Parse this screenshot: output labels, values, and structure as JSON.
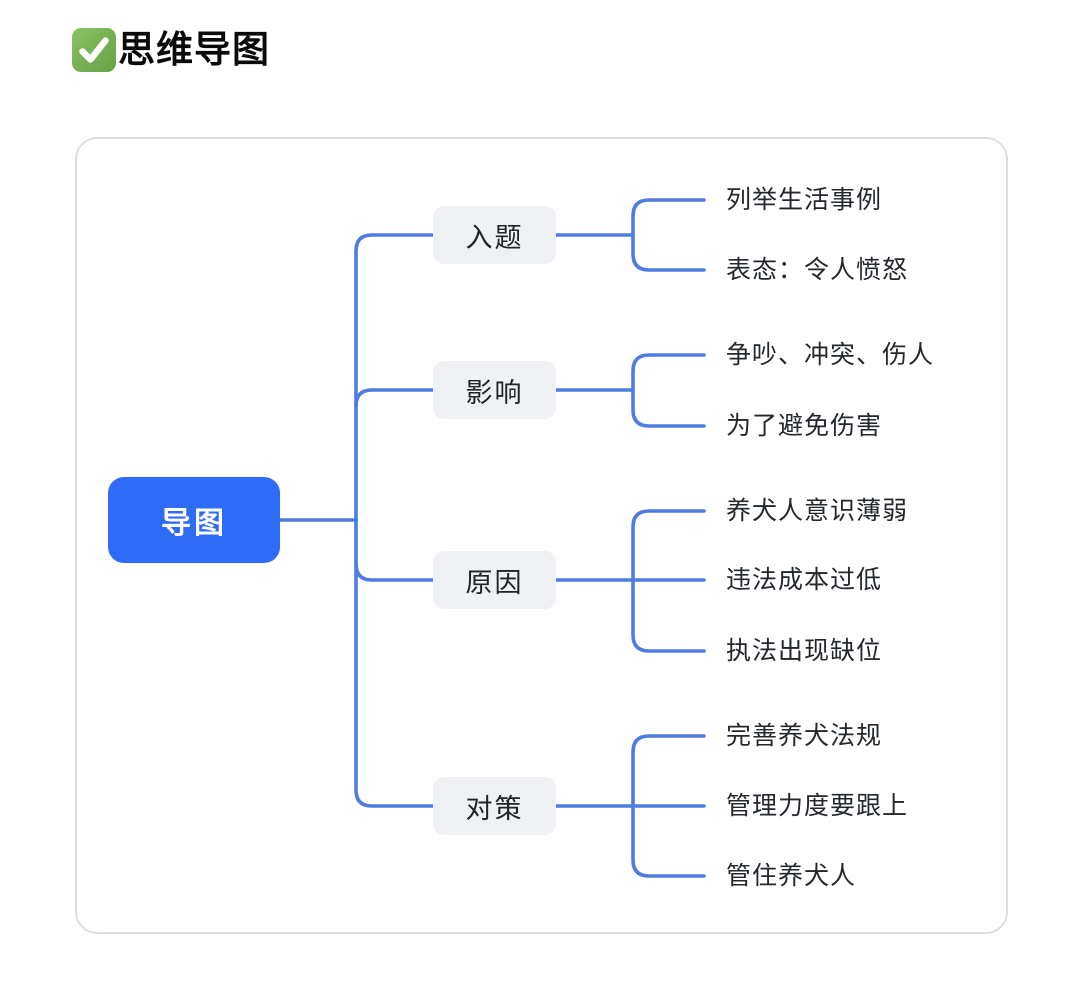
{
  "header": {
    "icon": "check-mark-emoji",
    "title": "思维导图"
  },
  "mindmap": {
    "root": {
      "label": "导图"
    },
    "branches": [
      {
        "label": "入题",
        "children": [
          "列举生活事例",
          "表态：令人愤怒"
        ]
      },
      {
        "label": "影响",
        "children": [
          "争吵、冲突、伤人",
          "为了避免伤害"
        ]
      },
      {
        "label": "原因",
        "children": [
          "养犬人意识薄弱",
          "违法成本过低",
          "执法出现缺位"
        ]
      },
      {
        "label": "对策",
        "children": [
          "完善养犬法规",
          "管理力度要跟上",
          "管住养犬人"
        ]
      }
    ],
    "colors": {
      "root_bg": "#2f6cf5",
      "root_text": "#ffffff",
      "branch_bg": "#f0f1f4",
      "branch_text": "#20242a",
      "leaf_text": "#23272e",
      "connector_line": "#4e7ce0",
      "card_border": "#dcdfe2",
      "emoji_green": "#77b255"
    }
  }
}
